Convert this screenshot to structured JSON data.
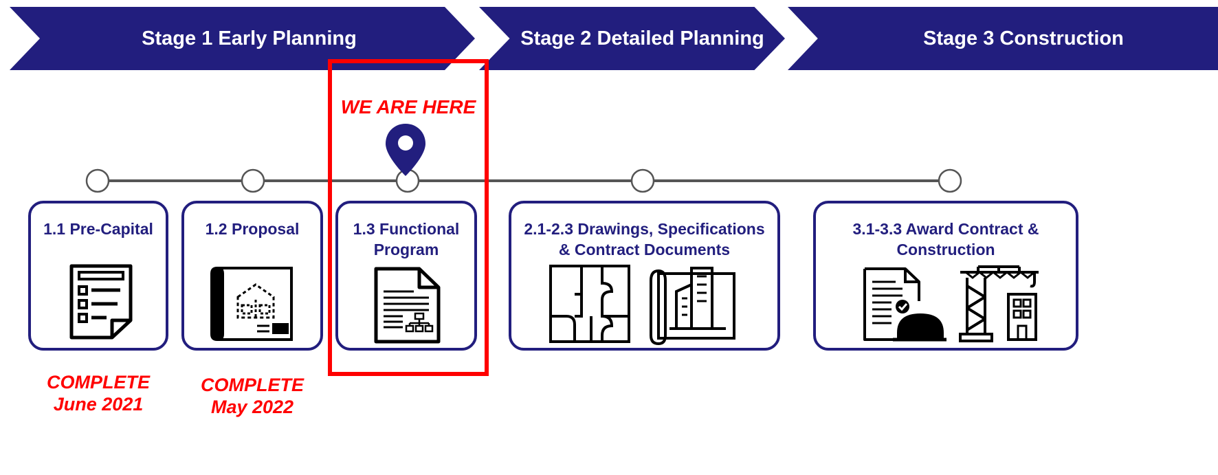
{
  "stages": [
    {
      "label": "Stage 1 Early Planning"
    },
    {
      "label": "Stage 2 Detailed Planning"
    },
    {
      "label": "Stage 3 Construction"
    }
  ],
  "current_marker": {
    "label": "WE ARE HERE",
    "icon": "location-pin-icon"
  },
  "steps": [
    {
      "label": "1.1 Pre-Capital",
      "icon": "checklist-document-icon",
      "status": "COMPLETE\nJune 2021"
    },
    {
      "label": "1.2 Proposal",
      "icon": "blueprint-roll-icon",
      "status": "COMPLETE\nMay 2022"
    },
    {
      "label": "1.3 Functional\nProgram",
      "icon": "program-document-icon"
    },
    {
      "label": "2.1-2.3 Drawings, Specifications\n& Contract Documents",
      "icon": "floor-plan-icon"
    },
    {
      "label": "3.1-3.3 Award Contract &\nConstruction",
      "icon": "contract-document-icon"
    }
  ],
  "colors": {
    "primary": "#221e7e",
    "highlight": "#ff0000",
    "line": "#555555"
  }
}
